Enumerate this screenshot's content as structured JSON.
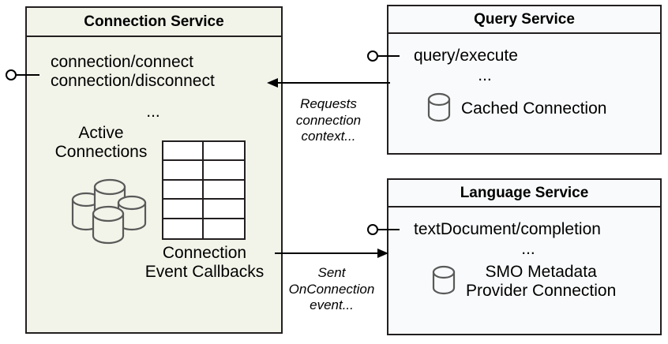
{
  "diagram": {
    "title": "Connection Service interaction diagram",
    "colors": {
      "connection_service_fill": "#f2f4e9",
      "service_fill": "#f9fafb",
      "border": "#231f20",
      "cylinder_stroke": "#595959",
      "page_background": "#ffffff"
    }
  },
  "components": {
    "connection_service": {
      "title": "Connection Service",
      "operations": [
        "connection/connect",
        "connection/disconnect"
      ],
      "ellipsis": "...",
      "active_connections_caption": "Active\nConnections",
      "callbacks_caption": "Connection\nEvent\nCallbacks",
      "cylinder_count": 4,
      "table_rows": 5,
      "table_cols": 2,
      "interface_icon": "lollipop-icon"
    },
    "query_service": {
      "title": "Query Service",
      "operations": [
        "query/execute"
      ],
      "ellipsis": "...",
      "store_label": "Cached Connection",
      "store_icon": "database-cylinder-icon",
      "interface_icon": "lollipop-icon"
    },
    "language_service": {
      "title": "Language Service",
      "operations": [
        "textDocument/completion"
      ],
      "ellipsis": "...",
      "store_label": "SMO Metadata\nProvider Connection",
      "store_icon": "database-cylinder-icon",
      "interface_icon": "lollipop-icon"
    }
  },
  "connectors": [
    {
      "id": "query-to-connection",
      "label": "Requests\nconnection\ncontext...",
      "direction": "right-to-left",
      "from": "query_service",
      "to": "connection_service"
    },
    {
      "id": "connection-to-language",
      "label": "Sent\nOnConnection\nevent...",
      "direction": "left-to-right",
      "from": "connection_service",
      "to": "language_service"
    }
  ]
}
